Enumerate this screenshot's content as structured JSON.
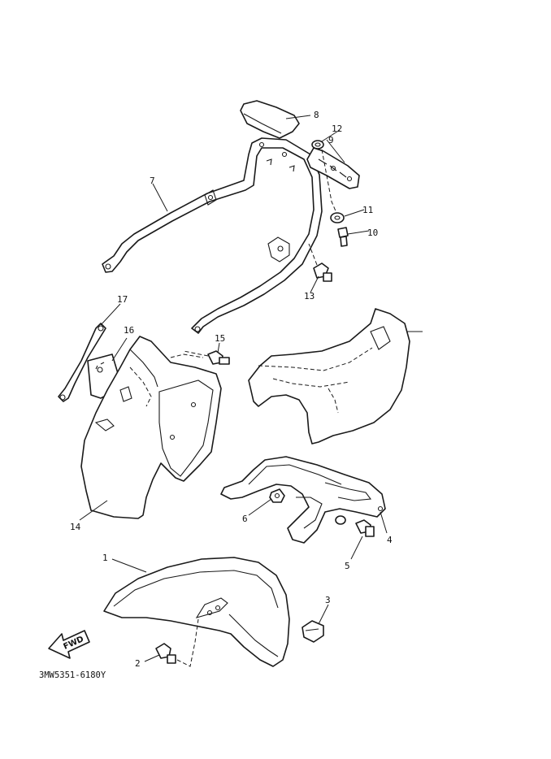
{
  "diagram": {
    "callouts": [
      "1",
      "2",
      "3",
      "4",
      "5",
      "6",
      "7",
      "8",
      "9",
      "10",
      "11",
      "12",
      "13",
      "14",
      "15",
      "16",
      "17"
    ],
    "forward_label": "FWD",
    "drawing_code": "3MW5351-6180Y"
  }
}
